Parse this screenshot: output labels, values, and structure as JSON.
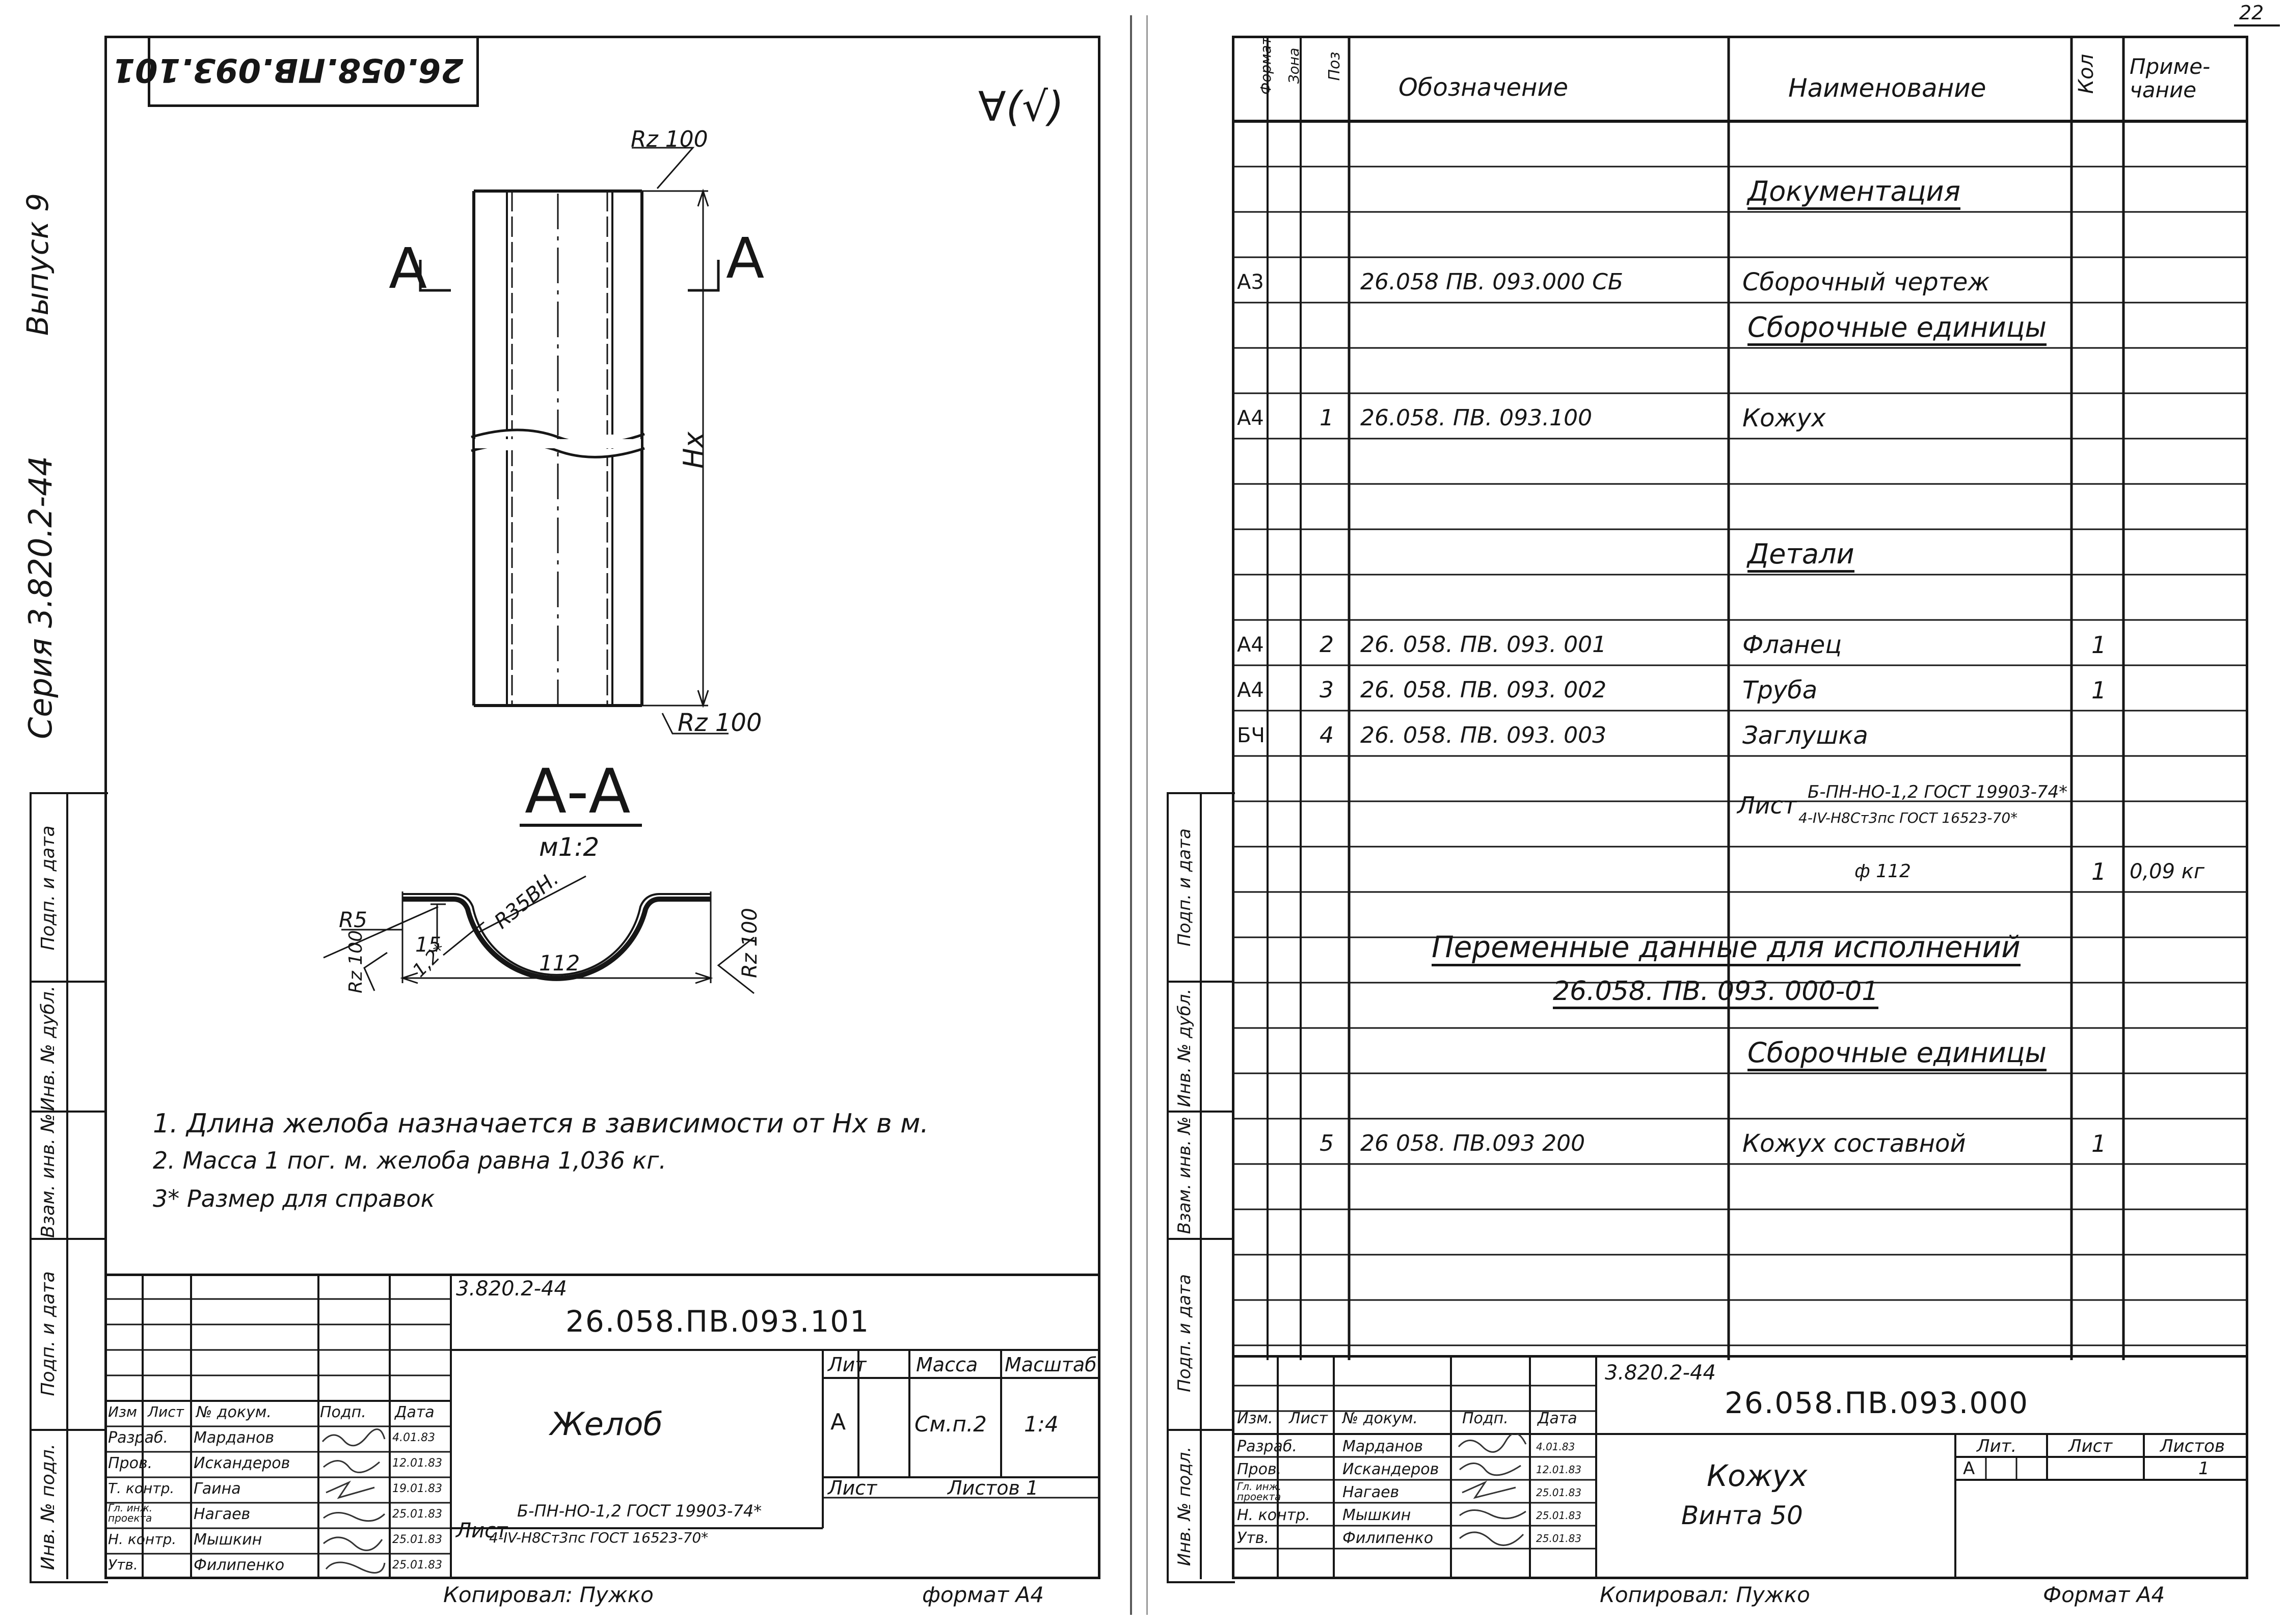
{
  "page_number": "22",
  "left_sheet": {
    "side_label_series": "Серия 3.820.2-44",
    "side_label_issue": "Выпуск 9",
    "side_stamp_labels": [
      "Подп. и дата",
      "Инв. № дубл.",
      "Взам. инв. №",
      "Подп. и дата",
      "Инв. № подл."
    ],
    "rotated_code": "26.058.ПВ.093.101",
    "roughness_symbol": "∀(√)",
    "drawing": {
      "rz_top": "Rz 100",
      "rz_bottom": "Rz 100",
      "rz_left": "Rz 100",
      "rz_right": "Rz 100",
      "section_mark_left": "А",
      "section_mark_right": "А",
      "height_dim": "Hx",
      "section_title": "А-А",
      "section_scale": "м1:2",
      "radius_small": "R5",
      "radius_large": "R35ВН.",
      "dim_15": "15",
      "dim_thickness": "1,2*",
      "dim_width": "112"
    },
    "notes": [
      "1. Длина желоба назначается в зависимости от Hx в м.",
      "2. Масса 1 пог. м. желоба равна 1,036 кг.",
      "3* Размер для справок"
    ],
    "title_block": {
      "series": "3.820.2-44",
      "code": "26.058.ПВ.093.101",
      "name": "Желоб",
      "lit_header": "Лит",
      "mass_header": "Масса",
      "scale_header": "Масштаб",
      "lit_value": "А",
      "mass_value": "См.п.2",
      "scale_value": "1:4",
      "sheet_label": "Лист",
      "sheets_label": "Листов 1",
      "material_lead": "Лист",
      "material_line1": "Б-ПН-НО-1,2 ГОСТ 19903-74*",
      "material_line2": "4-IV-Н8Ст3пс ГОСТ 16523-70*",
      "header_cells": [
        "Изм",
        "Лист",
        "№ докум.",
        "Подп.",
        "Дата"
      ],
      "roles": [
        {
          "role": "Разраб.",
          "name": "Марданов",
          "date": "4.01.83"
        },
        {
          "role": "Пров.",
          "name": "Искандеров",
          "date": "12.01.83"
        },
        {
          "role": "Т. контр.",
          "name": "Гаина",
          "date": "19.01.83"
        },
        {
          "role": "Гл. инж. проекта",
          "name": "Нагаев",
          "date": "25.01.83"
        },
        {
          "role": "Н. контр.",
          "name": "Мышкин",
          "date": "25.01.83"
        },
        {
          "role": "Утв.",
          "name": "Филипенко",
          "date": "25.01.83"
        }
      ],
      "copied": "Копировал: Пужко",
      "format": "формат А4"
    }
  },
  "right_sheet": {
    "side_stamp_labels": [
      "Подп. и дата",
      "Инв. № дубл.",
      "Взам. инв. №",
      "Подп. и дата",
      "Инв. № подл."
    ],
    "table_headers": {
      "format": "Формат",
      "zone": "Зона",
      "pos": "Поз",
      "designation": "Обозначение",
      "name": "Наименование",
      "qty": "Кол",
      "note": "Приме-чание"
    },
    "rows": [
      {
        "format": "",
        "pos": "",
        "designation": "",
        "name": "",
        "qty": "",
        "note": ""
      },
      {
        "format": "",
        "pos": "",
        "designation": "",
        "name": "Документация",
        "qty": "",
        "note": "",
        "heading": true
      },
      {
        "format": "",
        "pos": "",
        "designation": "",
        "name": "",
        "qty": "",
        "note": ""
      },
      {
        "format": "А3",
        "pos": "",
        "designation": "26.058 ПВ. 093.000 СБ",
        "name": "Сборочный чертеж",
        "qty": "",
        "note": ""
      },
      {
        "format": "",
        "pos": "",
        "designation": "",
        "name": "Сборочные единицы",
        "qty": "",
        "note": "",
        "heading": true
      },
      {
        "format": "",
        "pos": "",
        "designation": "",
        "name": "",
        "qty": "",
        "note": ""
      },
      {
        "format": "А4",
        "pos": "1",
        "designation": "26.058. ПВ. 093.100",
        "name": "Кожух",
        "qty": "",
        "note": ""
      },
      {
        "format": "",
        "pos": "",
        "designation": "",
        "name": "",
        "qty": "",
        "note": ""
      },
      {
        "format": "",
        "pos": "",
        "designation": "",
        "name": "",
        "qty": "",
        "note": ""
      },
      {
        "format": "",
        "pos": "",
        "designation": "",
        "name": "Детали",
        "qty": "",
        "note": "",
        "heading": true
      },
      {
        "format": "",
        "pos": "",
        "designation": "",
        "name": "",
        "qty": "",
        "note": ""
      },
      {
        "format": "А4",
        "pos": "2",
        "designation": "26. 058. ПВ. 093. 001",
        "name": "Фланец",
        "qty": "1",
        "note": ""
      },
      {
        "format": "А4",
        "pos": "3",
        "designation": "26. 058. ПВ. 093. 002",
        "name": "Труба",
        "qty": "1",
        "note": ""
      },
      {
        "format": "БЧ",
        "pos": "4",
        "designation": "26. 058. ПВ. 093. 003",
        "name": "Заглушка",
        "qty": "",
        "note": ""
      },
      {
        "format": "",
        "pos": "",
        "designation": "",
        "name": "",
        "qty": "",
        "note": ""
      },
      {
        "format": "",
        "pos": "",
        "designation": "",
        "name": "",
        "qty": "",
        "note": ""
      },
      {
        "format": "",
        "pos": "",
        "designation": "",
        "name": "ф 112",
        "qty": "1",
        "note": "0,09 кг"
      },
      {
        "format": "",
        "pos": "",
        "designation": "",
        "name": "",
        "qty": "",
        "note": ""
      },
      {
        "format": "",
        "pos": "",
        "designation": "",
        "name": "",
        "qty": "",
        "note": ""
      },
      {
        "format": "",
        "pos": "",
        "designation": "",
        "name": "",
        "qty": "",
        "note": ""
      },
      {
        "format": "",
        "pos": "",
        "designation": "",
        "name": "Сборочные единицы",
        "qty": "",
        "note": "",
        "heading": true
      },
      {
        "format": "",
        "pos": "",
        "designation": "",
        "name": "",
        "qty": "",
        "note": ""
      },
      {
        "format": "",
        "pos": "5",
        "designation": "26 058. ПВ.093 200",
        "name": "Кожух составной",
        "qty": "1",
        "note": ""
      },
      {
        "format": "",
        "pos": "",
        "designation": "",
        "name": "",
        "qty": "",
        "note": ""
      },
      {
        "format": "",
        "pos": "",
        "designation": "",
        "name": "",
        "qty": "",
        "note": ""
      },
      {
        "format": "",
        "pos": "",
        "designation": "",
        "name": "",
        "qty": "",
        "note": ""
      },
      {
        "format": "",
        "pos": "",
        "designation": "",
        "name": "",
        "qty": "",
        "note": ""
      }
    ],
    "material": {
      "lead": "Лист",
      "line1": "Б-ПН-НО-1,2 ГОСТ 19903-74*",
      "line2": "4-IV-Н8Ст3пс ГОСТ 16523-70*"
    },
    "variable_data": {
      "title": "Переменные данные для исполнений",
      "code": "26.058. ПВ. 093. 000-01"
    },
    "title_block": {
      "series": "3.820.2-44",
      "code": "26.058.ПВ.093.000",
      "name_line1": "Кожух",
      "name_line2": "Винта 50",
      "lit_header": "Лит.",
      "sheet_header": "Лист",
      "sheets_header": "Листов",
      "lit_value": "А",
      "sheets_value": "1",
      "header_cells": [
        "Изм.",
        "Лист",
        "№ докум.",
        "Подп.",
        "Дата"
      ],
      "roles": [
        {
          "role": "Разраб.",
          "name": "Марданов",
          "date": "4.01.83"
        },
        {
          "role": "Пров.",
          "name": "Искандеров",
          "date": "12.01.83"
        },
        {
          "role": "Гл. инж. проекта",
          "name": "Нагаев",
          "date": "25.01.83"
        },
        {
          "role": "Н. контр.",
          "name": "Мышкин",
          "date": "25.01.83"
        },
        {
          "role": "Утв.",
          "name": "Филипенко",
          "date": "25.01.83"
        }
      ],
      "copied": "Копировал: Пужко",
      "format": "Формат А4"
    }
  }
}
